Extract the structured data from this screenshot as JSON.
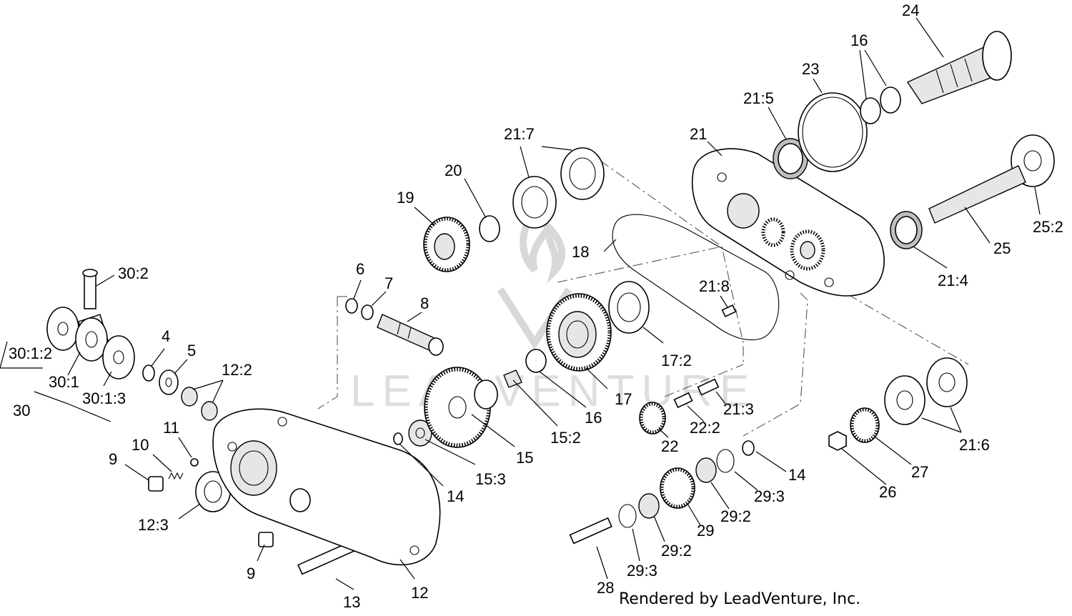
{
  "watermark": {
    "text": "LEADVENTURE",
    "logo_name": "leadventure-logo"
  },
  "credit": "Rendered by LeadVenture, Inc.",
  "callouts": [
    {
      "id": "c30-2",
      "text": "30:2"
    },
    {
      "id": "c30-1-2",
      "text": "30:1:2"
    },
    {
      "id": "c30-1",
      "text": "30:1"
    },
    {
      "id": "c30-1-3",
      "text": "30:1:3"
    },
    {
      "id": "c30",
      "text": "30"
    },
    {
      "id": "c4",
      "text": "4"
    },
    {
      "id": "c5",
      "text": "5"
    },
    {
      "id": "c12-2",
      "text": "12:2"
    },
    {
      "id": "c11",
      "text": "11"
    },
    {
      "id": "c10",
      "text": "10"
    },
    {
      "id": "c9a",
      "text": "9"
    },
    {
      "id": "c12-3",
      "text": "12:3"
    },
    {
      "id": "c9b",
      "text": "9"
    },
    {
      "id": "c13",
      "text": "13"
    },
    {
      "id": "c12",
      "text": "12"
    },
    {
      "id": "c6",
      "text": "6"
    },
    {
      "id": "c7",
      "text": "7"
    },
    {
      "id": "c8",
      "text": "8"
    },
    {
      "id": "c14a",
      "text": "14"
    },
    {
      "id": "c15-3",
      "text": "15:3"
    },
    {
      "id": "c15",
      "text": "15"
    },
    {
      "id": "c15-2",
      "text": "15:2"
    },
    {
      "id": "c16a",
      "text": "16"
    },
    {
      "id": "c17",
      "text": "17"
    },
    {
      "id": "c17-2",
      "text": "17:2"
    },
    {
      "id": "c19",
      "text": "19"
    },
    {
      "id": "c20",
      "text": "20"
    },
    {
      "id": "c21-7",
      "text": "21:7"
    },
    {
      "id": "c18",
      "text": "18"
    },
    {
      "id": "c21-8",
      "text": "21:8"
    },
    {
      "id": "c21",
      "text": "21"
    },
    {
      "id": "c21-5",
      "text": "21:5"
    },
    {
      "id": "c23",
      "text": "23"
    },
    {
      "id": "c16b",
      "text": "16"
    },
    {
      "id": "c24",
      "text": "24"
    },
    {
      "id": "c25-2",
      "text": "25:2"
    },
    {
      "id": "c25",
      "text": "25"
    },
    {
      "id": "c21-4",
      "text": "21:4"
    },
    {
      "id": "c21-3",
      "text": "21:3"
    },
    {
      "id": "c22-2",
      "text": "22:2"
    },
    {
      "id": "c22",
      "text": "22"
    },
    {
      "id": "c14b",
      "text": "14"
    },
    {
      "id": "c29-3a",
      "text": "29:3"
    },
    {
      "id": "c29-2a",
      "text": "29:2"
    },
    {
      "id": "c29",
      "text": "29"
    },
    {
      "id": "c29-2b",
      "text": "29:2"
    },
    {
      "id": "c29-3b",
      "text": "29:3"
    },
    {
      "id": "c28",
      "text": "28"
    },
    {
      "id": "c26",
      "text": "26"
    },
    {
      "id": "c27",
      "text": "27"
    },
    {
      "id": "c21-6",
      "text": "21:6"
    }
  ]
}
